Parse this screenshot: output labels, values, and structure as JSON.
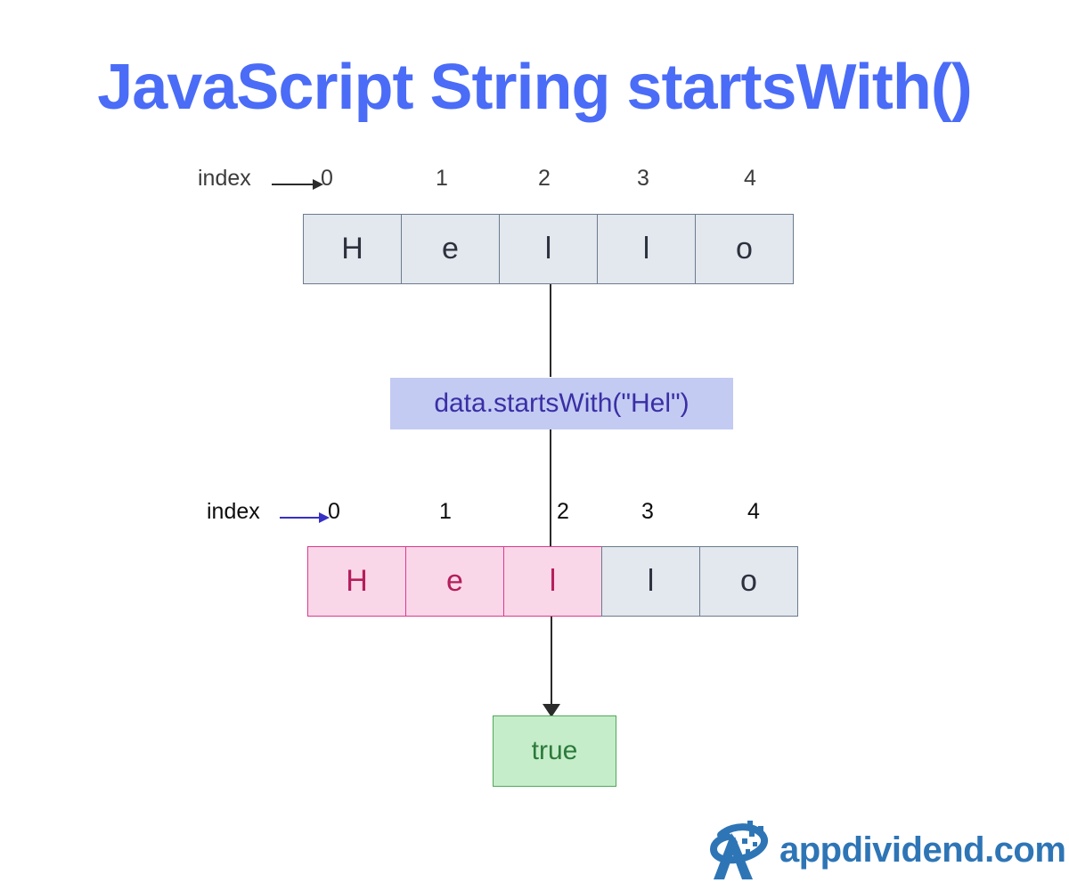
{
  "page": {
    "title": "JavaScript String startsWith()",
    "background_color": "#ffffff",
    "title_color": "#4a6cf7"
  },
  "diagram": {
    "type": "flow-diagram",
    "description": "Illustration of the JavaScript String startsWith() method checking whether the string \"Hello\" starts with \"Hel\"",
    "input_string": "Hello",
    "search_string": "Hel",
    "result": true,
    "split_index": 2,
    "index_label": "index",
    "rows": [
      {
        "id": "input-row",
        "index_label": "index",
        "arrow_color": "#2b2b2b",
        "indices": [
          "0",
          "1",
          "2",
          "3",
          "4"
        ],
        "index_color": "#3c3c3c",
        "cells": [
          {
            "char": "H",
            "state": "plain"
          },
          {
            "char": "e",
            "state": "plain"
          },
          {
            "char": "l",
            "state": "plain"
          },
          {
            "char": "l",
            "state": "plain"
          },
          {
            "char": "o",
            "state": "plain"
          }
        ]
      },
      {
        "id": "result-row",
        "index_label": "index",
        "arrow_color": "#3730c4",
        "indices": [
          "0",
          "1",
          "2",
          "3",
          "4"
        ],
        "index_color": "#0d0d0d",
        "cells": [
          {
            "char": "H",
            "state": "match"
          },
          {
            "char": "e",
            "state": "match"
          },
          {
            "char": "l",
            "state": "match"
          },
          {
            "char": "l",
            "state": "plain"
          },
          {
            "char": "o",
            "state": "plain"
          }
        ]
      }
    ],
    "code_box": {
      "text": "data.startsWith(\"Hel\")",
      "background_color": "#c3cbf2",
      "text_color": "#3a2fa6"
    },
    "result_box": {
      "text": "true",
      "background_color": "#c6edc9",
      "border_color": "#4fa85b",
      "text_color": "#2c7a3d"
    },
    "cell_colors": {
      "plain_background": "#e3e7ee",
      "plain_border": "#6b7b8d",
      "plain_text": "#2b313d",
      "match_background": "#f9d7e9",
      "match_border": "#db3a8d",
      "match_text": "#b41e5a"
    }
  },
  "branding": {
    "name": "appdividend.com",
    "color": "#2e75b6",
    "logo_icon": "appdividend-a-logo"
  }
}
